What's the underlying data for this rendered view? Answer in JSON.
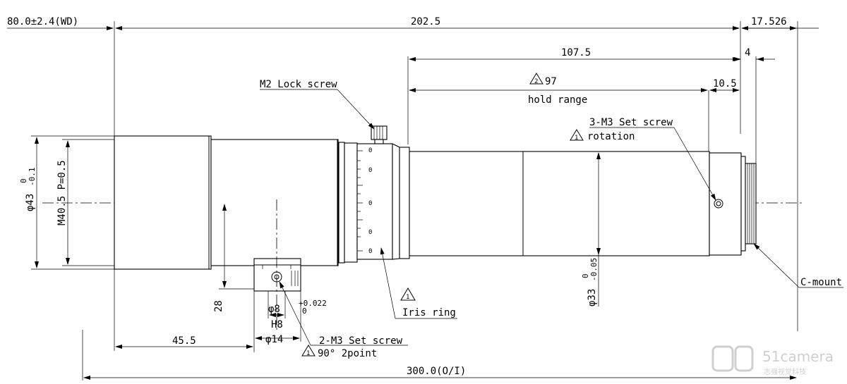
{
  "dimensions": {
    "wd": "80.0±2.4(WD)",
    "body_length": "202.5",
    "mount_offset": "17.526",
    "front_length": "107.5",
    "four": "4",
    "hold_range_value": "97",
    "hold_range_label": "hold range",
    "ten_five": "10.5",
    "front_dia": "φ43",
    "front_dia_tol_top": "0",
    "front_dia_tol_bot": "-0.1",
    "thread": "M40.5 P=0.5",
    "height_28": "28",
    "hole_dia": "φ8",
    "hole_tol_top": "+0.022",
    "hole_tol_bot": "0",
    "hole_fit": "H8",
    "boss_dia": "φ14",
    "front_offset": "45.5",
    "total": "300.0(O/I)",
    "rear_dia": "φ33",
    "rear_dia_tol_top": "0",
    "rear_dia_tol_bot": "-0.05"
  },
  "callouts": {
    "lock_screw": "M2 Lock screw",
    "set_screw_3": "3-M3 Set screw",
    "rotation": "rotation",
    "iris_ring": "Iris ring",
    "set_screw_2": "2-M3 Set screw",
    "two_point": "90° 2point",
    "c_mount": "C-mount"
  },
  "warning_symbols": {
    "mark1": "1",
    "mark2": "2"
  },
  "iris_scale": [
    "0",
    "0",
    "0",
    "0",
    "0"
  ],
  "watermark": {
    "brand": "51camera",
    "sub": "志强视觉科技"
  }
}
